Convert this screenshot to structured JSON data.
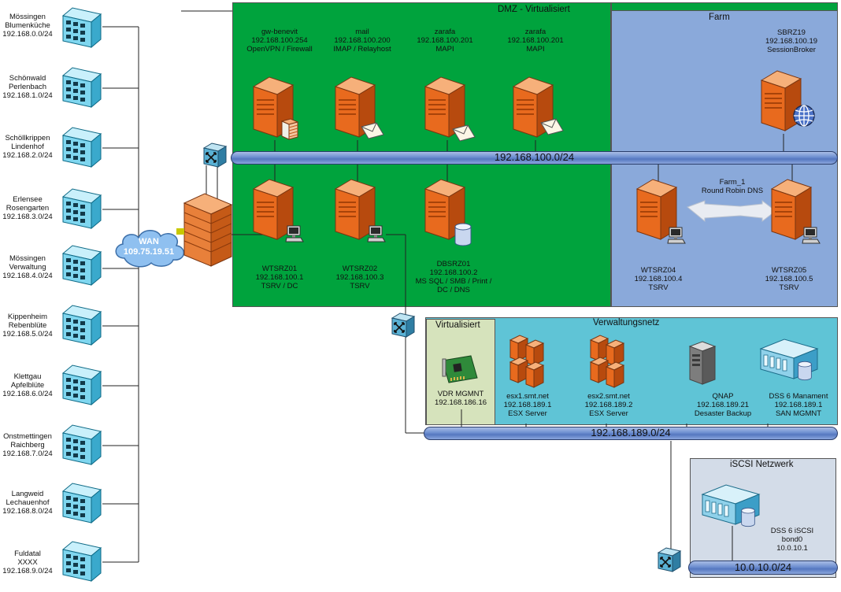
{
  "zones": {
    "dmz_title": "DMZ - Virtualisiert",
    "farm_title": "Farm",
    "virtualisiert_title": "Virtualisiert",
    "verwaltungsnetz_title": "Verwaltungsnetz",
    "iscsi_title": "iSCSI Netzwerk"
  },
  "networks": {
    "dmz": "192.168.100.0/24",
    "verwaltung": "192.168.189.0/24",
    "iscsi": "10.0.10.0/24"
  },
  "wan": {
    "label": "WAN",
    "ip": "109.75.19.51"
  },
  "branches": [
    {
      "line1": "Mössingen",
      "line2": "Blumenküche",
      "subnet": "192.168.0.0/24"
    },
    {
      "line1": "Schönwald",
      "line2": "Perlenbach",
      "subnet": "192.168.1.0/24"
    },
    {
      "line1": "Schöllkrippen",
      "line2": "Lindenhof",
      "subnet": "192.168.2.0/24"
    },
    {
      "line1": "Erlensee",
      "line2": "Rosengarten",
      "subnet": "192.168.3.0/24"
    },
    {
      "line1": "Mössingen",
      "line2": "Verwaltung",
      "subnet": "192.168.4.0/24"
    },
    {
      "line1": "Kippenheim",
      "line2": "Rebenblüte",
      "subnet": "192.168.5.0/24"
    },
    {
      "line1": "Klettgau",
      "line2": "Apfelblüte",
      "subnet": "192.168.6.0/24"
    },
    {
      "line1": "Onstmettingen",
      "line2": "Raichberg",
      "subnet": "192.168.7.0/24"
    },
    {
      "line1": "Langweid",
      "line2": "Lechauenhof",
      "subnet": "192.168.8.0/24"
    },
    {
      "line1": "Fuldatal",
      "line2": "XXXX",
      "subnet": "192.168.9.0/24"
    }
  ],
  "dmz_top_servers": [
    {
      "name": "gw-benevit",
      "ip": "192.168.100.254",
      "role": "OpenVPN / Firewall"
    },
    {
      "name": "mail",
      "ip": "192.168.100.200",
      "role": "IMAP / Relayhost"
    },
    {
      "name": "zarafa",
      "ip": "192.168.100.201",
      "role": "MAPI"
    },
    {
      "name": "zarafa",
      "ip": "192.168.100.201",
      "role": "MAPI"
    }
  ],
  "dmz_bottom_servers": [
    {
      "name": "WTSRZ01",
      "ip": "192.168.100.1",
      "role": "TSRV / DC"
    },
    {
      "name": "WTSRZ02",
      "ip": "192.168.100.3",
      "role": "TSRV"
    },
    {
      "name": "DBSRZ01",
      "ip": "192.168.100.2",
      "role": "MS SQL / SMB / Print /",
      "role2": "DC / DNS"
    }
  ],
  "farm": {
    "broker": {
      "name": "SBRZ19",
      "ip": "192.168.100.19",
      "role": "SessionBroker"
    },
    "link": {
      "line1": "Farm_1",
      "line2": "Round Robin DNS"
    },
    "nodes": [
      {
        "name": "WTSRZ04",
        "ip": "192.168.100.4",
        "role": "TSRV"
      },
      {
        "name": "WTSRZ05",
        "ip": "192.168.100.5",
        "role": "TSRV"
      }
    ]
  },
  "vdr": {
    "name": "VDR MGMNT",
    "ip": "192.168.186.16"
  },
  "verwaltung_devices": [
    {
      "name": "esx1.smt.net",
      "ip": "192.168.189.1",
      "role": "ESX Server"
    },
    {
      "name": "esx2.smt.net",
      "ip": "192.168.189.2",
      "role": "ESX Server"
    },
    {
      "name": "QNAP",
      "ip": "192.168.189.21",
      "role": "Desaster Backup"
    },
    {
      "name": "DSS 6 Manament",
      "ip": "192.168.189.1",
      "role": "SAN MGMNT"
    }
  ],
  "iscsi_device": {
    "name": "DSS 6 iSCSI",
    "iface": "bond0",
    "ip": "10.0.10.1"
  },
  "colors": {
    "dmz": "#00a33d",
    "farm": "#8aa9da",
    "verwaltung": "#5fc4d6",
    "virtualisiert": "#d6e3bc",
    "iscsi": "#d3dce8",
    "server": "#e86a1e"
  }
}
